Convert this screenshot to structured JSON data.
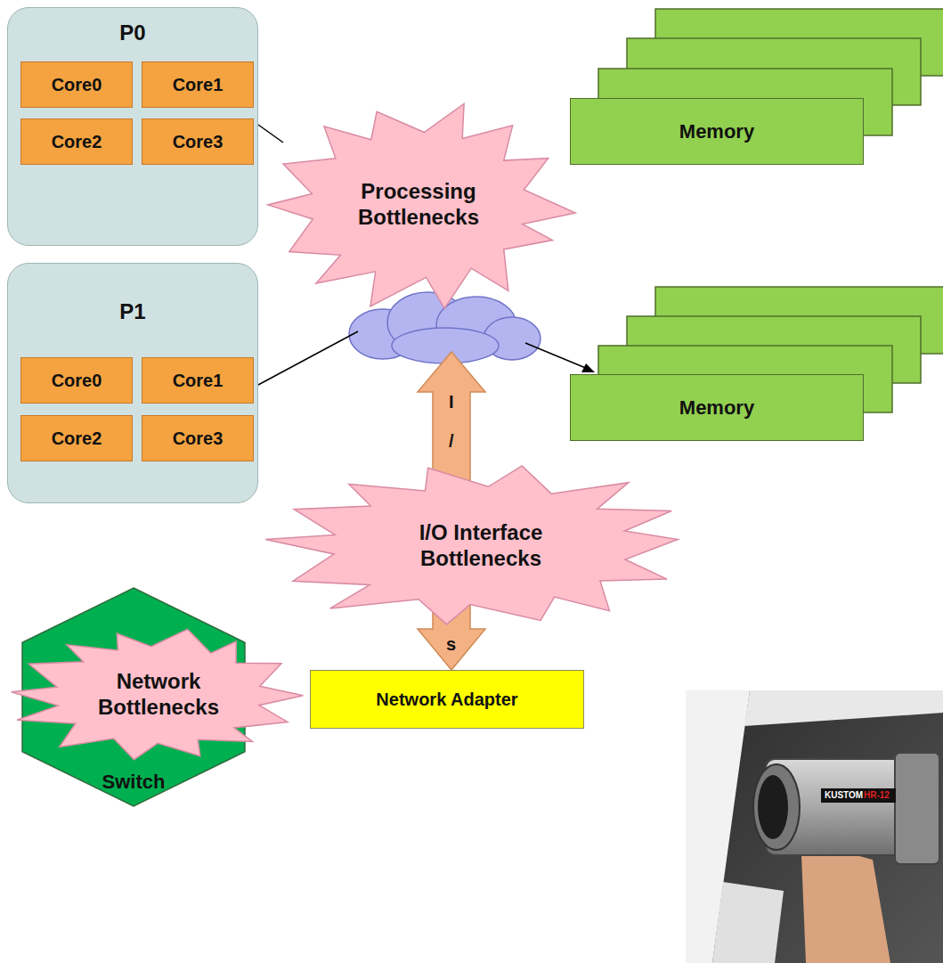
{
  "diagram": {
    "nodes": [
      {
        "text": [
          "P0"
        ]
      },
      {
        "text": [
          "Core0"
        ],
        "in": 0
      },
      {
        "text": [
          "Core1"
        ],
        "in": 0
      },
      {
        "text": [
          "Core2"
        ],
        "in": 0
      },
      {
        "text": [
          "Core3"
        ],
        "in": 0
      },
      {
        "text": [
          "P1"
        ]
      },
      {
        "text": [
          "Core0"
        ],
        "in": 5
      },
      {
        "text": [
          "Core1"
        ],
        "in": 5
      },
      {
        "text": [
          "Core2"
        ],
        "in": 5
      },
      {
        "text": [
          "Core3"
        ],
        "in": 5
      },
      {
        "text": [
          "Memory"
        ]
      },
      {
        "text": [
          "Memory"
        ]
      },
      {
        "text": [
          "Network Adapter"
        ]
      },
      {
        "text": [
          "Switch"
        ]
      },
      {
        "text": [
          "Processing Bottlenecks"
        ]
      },
      {
        "text": [
          "I/O Interface Bottlenecks"
        ]
      },
      {
        "text": [
          "Network Bottlenecks"
        ]
      }
    ],
    "labels": [
      "I",
      "/",
      "s",
      "KUSTOM",
      "HR-12"
    ]
  }
}
